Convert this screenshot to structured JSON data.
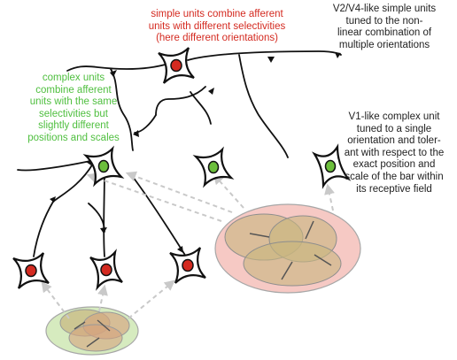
{
  "labels": {
    "simple_units": "simple units combine afferent\nunits with different selectivities\n(here different orientations)",
    "complex_units": "complex units\ncombine afferent\nunits with the same\nselectivities but\nslightly different\npositions and scales",
    "v2v4_simple": "V2/V4-like simple units\ntuned to the non-\nlinear combination of\nmultiple orientations",
    "v1_complex": "V1-like complex unit\ntuned to a single\norientation and toler-\nant with respect to the\nexact position and\nscale of the bar within\nits receptive field"
  },
  "colors": {
    "simple_unit_nucleus": "#d42a20",
    "complex_unit_nucleus": "#6cbf3c",
    "simple_label": "#d42a20",
    "complex_label": "#4fbf3f",
    "small_rf_outer": "#cfe8b4",
    "large_rf_outer": "#f6c7c3",
    "rf_inner": "#c8b67f",
    "arrow": "#c9c9c9",
    "axon": "#111111"
  }
}
